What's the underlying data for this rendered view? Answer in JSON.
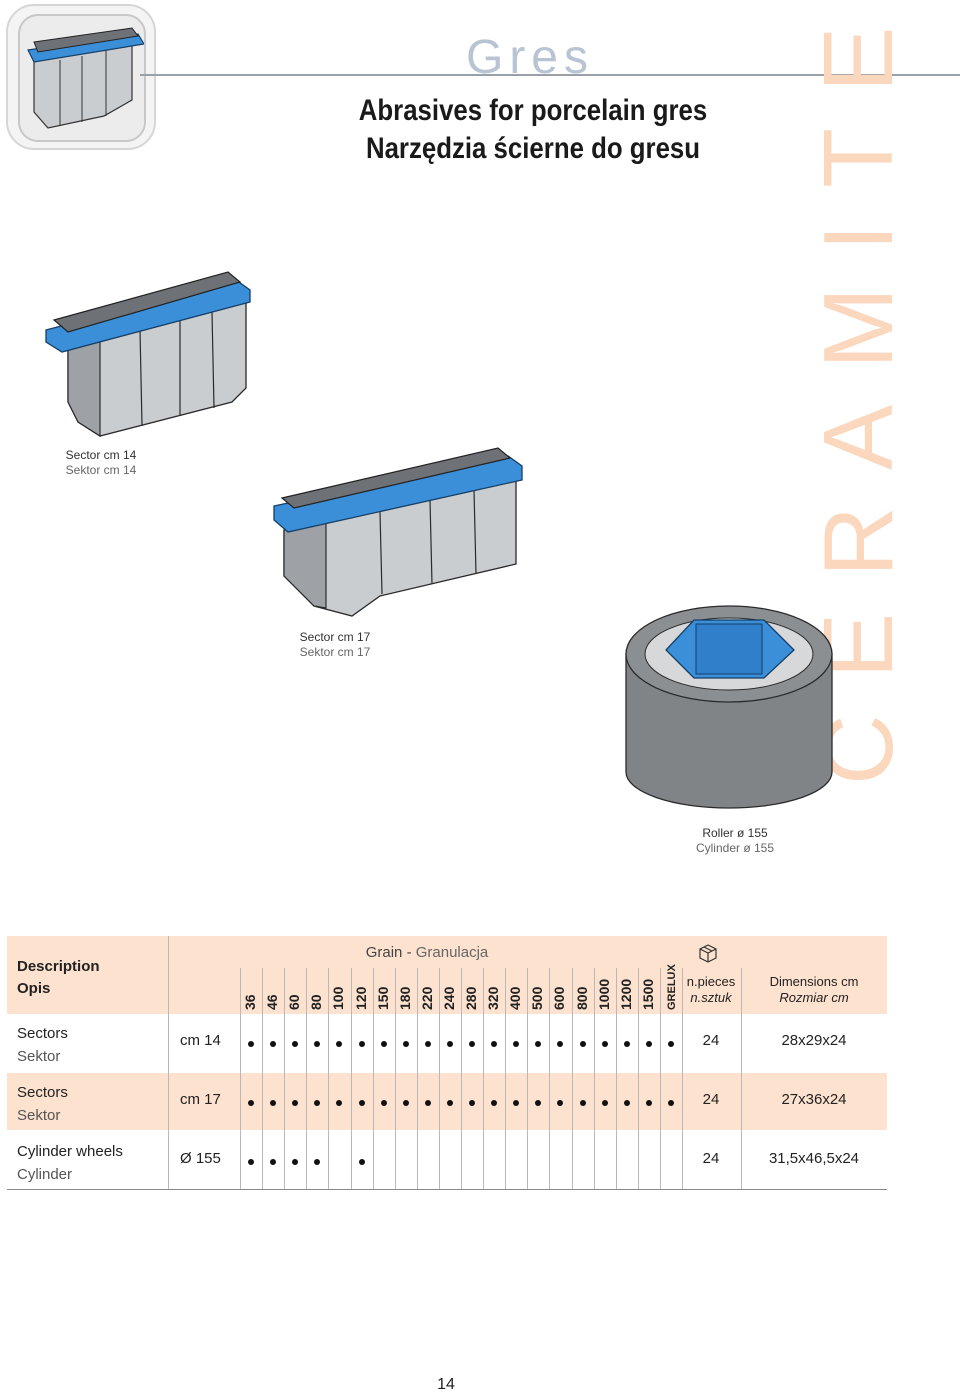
{
  "header": {
    "section": "Gres",
    "title_en": "Abrasives for porcelain gres",
    "title_pl": "Narzędzia ścierne do gresu",
    "brand": "CERAMITEK"
  },
  "products": [
    {
      "name_en": "Sector cm 14",
      "name_pl": "Sektor cm 14"
    },
    {
      "name_en": "Sector cm 17",
      "name_pl": "Sektor cm 17"
    },
    {
      "name_en": "Roller ø 155",
      "name_pl": "Cylinder ø 155"
    }
  ],
  "colors": {
    "accent_blue": "#3a8fd8",
    "brand_orange": "#fad7bd",
    "table_shade": "#fde2cf",
    "abrasive_grey": "#808487"
  },
  "table": {
    "desc_header_en": "Description",
    "desc_header_pl": "Opis",
    "grain_header_en": "Grain -",
    "grain_header_pl": "Granulacja",
    "package_icon": "box-icon",
    "grains": [
      "36",
      "46",
      "60",
      "80",
      "100",
      "120",
      "150",
      "180",
      "220",
      "240",
      "280",
      "320",
      "400",
      "500",
      "600",
      "800",
      "1000",
      "1200",
      "1500",
      "GRELUX"
    ],
    "pieces_header_en": "n.pieces",
    "pieces_header_pl": "n.sztuk",
    "dims_header_en": "Dimensions cm",
    "dims_header_pl": "Rozmiar cm",
    "rows": [
      {
        "name_en": "Sectors",
        "name_pl": "Sektor",
        "size": "cm 14",
        "available": [
          true,
          true,
          true,
          true,
          true,
          true,
          true,
          true,
          true,
          true,
          true,
          true,
          true,
          true,
          true,
          true,
          true,
          true,
          true,
          true
        ],
        "pieces": "24",
        "dims": "28x29x24"
      },
      {
        "name_en": "Sectors",
        "name_pl": "Sektor",
        "size": "cm 17",
        "available": [
          true,
          true,
          true,
          true,
          true,
          true,
          true,
          true,
          true,
          true,
          true,
          true,
          true,
          true,
          true,
          true,
          true,
          true,
          true,
          true
        ],
        "pieces": "24",
        "dims": "27x36x24"
      },
      {
        "name_en": "Cylinder wheels",
        "name_pl": "Cylinder",
        "size": "Ø 155",
        "available": [
          true,
          true,
          true,
          true,
          false,
          true,
          false,
          false,
          false,
          false,
          false,
          false,
          false,
          false,
          false,
          false,
          false,
          false,
          false,
          false
        ],
        "pieces": "24",
        "dims": "31,5x46,5x24"
      }
    ]
  },
  "page_number": "14"
}
